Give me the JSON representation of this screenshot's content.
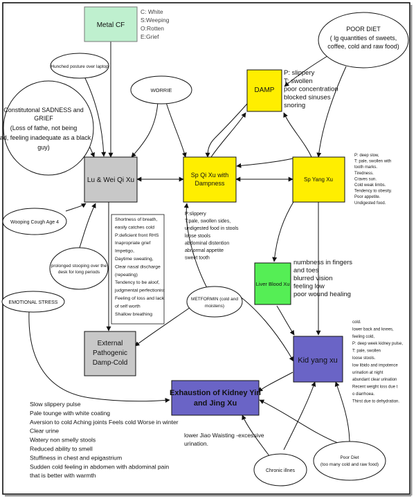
{
  "colors": {
    "metal": "#bff0cf",
    "yellow": "#ffee00",
    "gray": "#c8c8c8",
    "green": "#55ee55",
    "purple": "#6a64c6",
    "line": "#111111"
  },
  "boxes": {
    "metal": "Metal CF",
    "damp": "DAMP",
    "lu_wei": "Lu & Wei Qi Xu",
    "sp_qi": [
      "Sp Qi Xu with",
      "Dampness"
    ],
    "sp_yang": "Sp Yang Xu",
    "liver": "Liver Blood Xu",
    "external": [
      "External",
      "Pathogenic",
      "Damp-Cold"
    ],
    "kidney_yin": [
      "Exhaustion of Kidney Yin",
      "and Jing Xu"
    ],
    "kid_yang": "Kid yang xu"
  },
  "ovals": {
    "hunched": "Hunched posture over laptop",
    "constitutional": [
      "Constitutonal SADNESS and",
      "GRIEF",
      "(Loss of fathe, not being",
      "dad, feeling inadequate as a black",
      "guy)"
    ],
    "worrie": "WORRIE",
    "poor_diet": [
      "POOR DIET",
      "( lg quantities of sweets,",
      "coffee, cold and raw food)"
    ],
    "whooping": "Wooping Cough Age 4",
    "stooping": [
      "prolonged stooping over the",
      "desk for long periods"
    ],
    "emotional": "EMOTIONAL STRESS",
    "metformin": [
      "METFORMIN (cold and",
      "moistens)"
    ],
    "chronic": "Chronic illnes",
    "poor_diet2": [
      "Poor Diet",
      "(too many cold and raw food)"
    ]
  },
  "notes": {
    "metal": [
      "C: White",
      "S:Weeping",
      "O:Rotten",
      "E:Grief"
    ],
    "damp": [
      "P: slippery",
      "T: swollen",
      "poor concentration",
      "blocked sinuses",
      "snoring"
    ],
    "sp_yang": [
      "P: deep slow,",
      "T: pale, swollen with",
      "tooth marks.",
      "Tiredness.",
      "Craves sun.",
      "Cold weak limbs.",
      "Tendency to obesity.",
      "Poor appetite.",
      "Undigested food."
    ],
    "lu_wei": [
      "Shortness of breath,",
      "easily catches cold",
      "P:deficient front RHS",
      "Inapropriate grief",
      "Impetigo,",
      "Daytime sweating,",
      "Clear nasal discharge",
      "(repeating)",
      "Tendency to be aloof,",
      "judgmental perfectionist",
      "Feeling of loss and lack",
      "of self worth",
      "Shallow breathing"
    ],
    "sp_qi": [
      "P:slippery",
      "T:pale, swollen sides,",
      "undigested food in stools",
      "loose stools",
      "abdominal distention",
      "abnormal appetite",
      "sweet tooth"
    ],
    "liver": [
      "numbness in fingers",
      "and toes",
      "blurred vision",
      "feeling low",
      "poor wound healing"
    ],
    "kid_yang": [
      "cold.",
      "lower back and knees,",
      "feeling cold,",
      "P: deep week kidney pulse,",
      "T: pale, swollen",
      "loose stools.",
      "low libido and impotence",
      "urination at night",
      "abundant clear urination",
      "Recent weight loss due t",
      "o diarrhoea.",
      "Thirst due to dehydration."
    ],
    "kidney_yin": [
      "lower Jiao Waisting -excessive",
      "urination."
    ],
    "bottom": [
      "Slow slippery pulse",
      "Pale tounge with white coating",
      "Aversion to cold Aching joints Feels cold Worse in winter",
      "Clear urine",
      "Watery non smelly stools",
      "Reduced ability to smell",
      "Stuffiness in chest and epigastrium",
      "Sudden cold feeling in abdomen with abdominal pain",
      "that is better with warmth"
    ]
  }
}
